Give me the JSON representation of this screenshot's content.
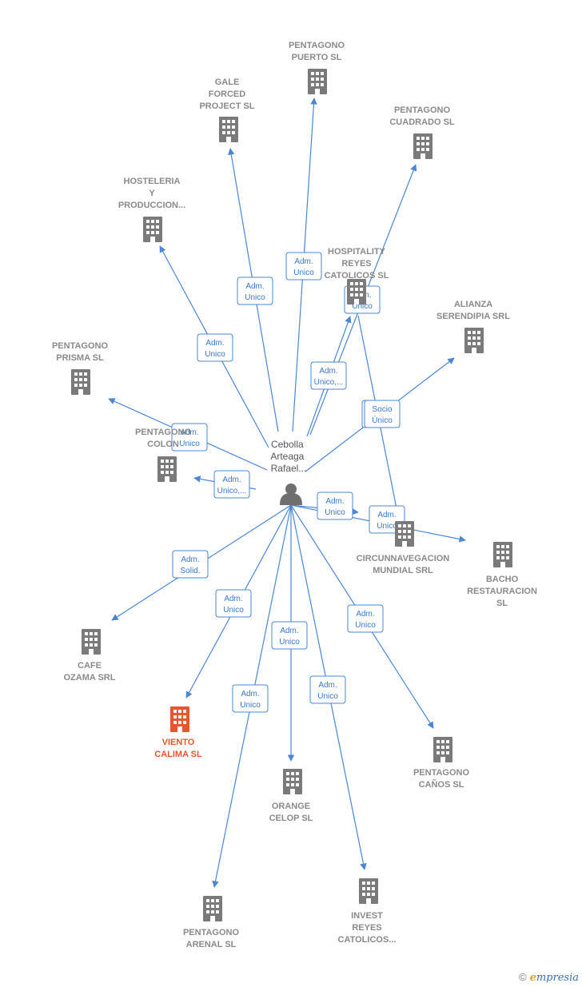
{
  "center": {
    "label_lines": [
      "Cebolla",
      "Arteaga",
      "Rafael..."
    ]
  },
  "colors": {
    "edge": "#4a86d6",
    "node": "#7a7a7a",
    "highlight": "#e8552e",
    "label": "#8a8a8a"
  },
  "nodes": [
    {
      "id": "pentagono-puerto",
      "label_lines": [
        "PENTAGONO",
        "PUERTO  SL"
      ]
    },
    {
      "id": "gale-forced",
      "label_lines": [
        "GALE",
        "FORCED",
        "PROJECT  SL"
      ]
    },
    {
      "id": "pentagono-cuadrado",
      "label_lines": [
        "PENTAGONO",
        "CUADRADO SL"
      ]
    },
    {
      "id": "hosteleria",
      "label_lines": [
        "HOSTELERIA",
        "Y",
        "PRODUCCION..."
      ]
    },
    {
      "id": "hospitality",
      "label_lines": [
        "HOSPITALITY",
        "REYES",
        "CATOLICOS  SL"
      ]
    },
    {
      "id": "alianza",
      "label_lines": [
        "ALIANZA",
        "SERENDIPIA SRL"
      ]
    },
    {
      "id": "pentagono-prisma",
      "label_lines": [
        "PENTAGONO",
        "PRISMA  SL"
      ]
    },
    {
      "id": "pentagono-colon",
      "label_lines": [
        "PENTAGONO",
        "COLON"
      ]
    },
    {
      "id": "circunnavegacion",
      "label_lines": [
        "CIRCUNNAVEGACION",
        "MUNDIAL SRL"
      ]
    },
    {
      "id": "bacho",
      "label_lines": [
        "BACHO",
        "RESTAURACION",
        "SL"
      ]
    },
    {
      "id": "cafe-ozama",
      "label_lines": [
        "CAFE",
        "OZAMA SRL"
      ]
    },
    {
      "id": "viento-calima",
      "label_lines": [
        "VIENTO",
        "CALIMA  SL"
      ],
      "highlight": true
    },
    {
      "id": "pentagono-canos",
      "label_lines": [
        "PENTAGONO",
        "CAÑOS  SL"
      ]
    },
    {
      "id": "orange-celop",
      "label_lines": [
        "ORANGE",
        "CELOP SL"
      ]
    },
    {
      "id": "pentagono-arenal",
      "label_lines": [
        "PENTAGONO",
        "ARENAL SL"
      ]
    },
    {
      "id": "invest-reyes",
      "label_lines": [
        "INVEST",
        "REYES",
        "CATOLICOS..."
      ]
    }
  ],
  "edges": [
    {
      "to": "pentagono-puerto",
      "label_lines": [
        "Adm.",
        "Unico"
      ]
    },
    {
      "to": "gale-forced",
      "label_lines": [
        "Adm.",
        "Unico"
      ]
    },
    {
      "to": "pentagono-cuadrado",
      "label_lines": [
        "Adm.",
        "Unico,..."
      ]
    },
    {
      "to": "hosteleria",
      "label_lines": [
        "Adm.",
        "Unico"
      ]
    },
    {
      "to": "hospitality",
      "label_lines": [
        "Adm.",
        "Unico"
      ]
    },
    {
      "to": "alianza",
      "label_lines": [
        "Socio",
        "Único"
      ]
    },
    {
      "to": "pentagono-prisma",
      "label_lines": [
        "Adm.",
        "Unico"
      ]
    },
    {
      "to": "pentagono-colon",
      "label_lines": [
        "Adm.",
        "Unico,..."
      ]
    },
    {
      "to": "circunnavegacion",
      "label_lines": [
        "Adm.",
        "Unico"
      ]
    },
    {
      "to": "bacho",
      "label_lines": [
        "Adm.",
        "Unico"
      ]
    },
    {
      "to": "cafe-ozama",
      "label_lines": [
        "Adm.",
        "Solid."
      ]
    },
    {
      "to": "viento-calima",
      "label_lines": [
        "Adm.",
        "Unico"
      ]
    },
    {
      "to": "pentagono-canos",
      "label_lines": [
        "Adm.",
        "Unico"
      ]
    },
    {
      "to": "orange-celop",
      "label_lines": [
        "Adm.",
        "Unico"
      ]
    },
    {
      "to": "pentagono-arenal",
      "label_lines": [
        "Adm.",
        "Unico"
      ]
    },
    {
      "to": "invest-reyes",
      "label_lines": [
        "Adm.",
        "Unico"
      ]
    },
    {
      "to": "circunnavegacion",
      "from": "hospitality",
      "label_lines": [
        "Socio",
        "Único"
      ]
    }
  ],
  "watermark": {
    "copyright": "©",
    "brand_initial": "e",
    "brand_rest": "mpresia"
  }
}
